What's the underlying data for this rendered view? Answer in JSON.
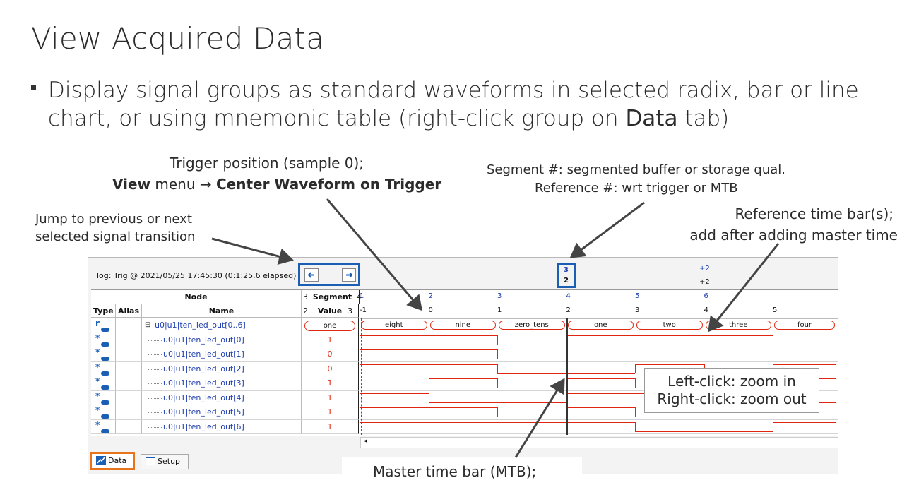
{
  "slide": {
    "title": "View Acquired Data",
    "bullet": "Display signal groups as standard waveforms in selected radix, bar or line chart, or using mnemonic table (right-click group on Data tab)",
    "bullet_bold_word": "Data"
  },
  "callouts": {
    "trigger_line1": "Trigger position (sample 0);",
    "trigger_line2_bold1": "View",
    "trigger_line2_mid": " menu → ",
    "trigger_line2_bold2": "Center Waveform on Trigger",
    "segment_line1": "Segment #: segmented buffer or storage qual.",
    "segment_line2": "Reference #: wrt trigger or MTB",
    "jump_line1": "Jump to previous or next",
    "jump_line2": "selected signal transition",
    "ref_line1": "Reference time bar(s);",
    "ref_line2": "add after adding master time",
    "zoom_line1": "Left-click: zoom in",
    "zoom_line2": "Right-click: zoom out",
    "mtb": "Master time bar (MTB);"
  },
  "tool": {
    "log_label": "log: Trig @ 2021/05/25 17:45:30 (0:1:25.6 elapsed)",
    "prev_icon": "arrow-left-icon",
    "next_icon": "arrow-right-icon",
    "segment_num_top": "3",
    "segment_num_bottom": "2",
    "ref_plus_top": "+2",
    "ref_plus_bottom": "+2",
    "headers": {
      "node": "Node",
      "type": "Type",
      "alias": "Alias",
      "name": "Name",
      "segment_left": "3",
      "segment_label": "Segment",
      "segment_right": "4",
      "value_left": "2",
      "value_label": "Value",
      "value_right": "3"
    },
    "top_ticks": [
      "1",
      "2",
      "3",
      "4",
      "5",
      "6"
    ],
    "bottom_ticks": [
      "-1",
      "0",
      "1",
      "2",
      "3",
      "4",
      "5"
    ],
    "group": {
      "name": "u0|u1|ten_led_out[0..6]",
      "value": "one",
      "states": [
        "eight",
        "nine",
        "zero_tens",
        "one",
        "two",
        "three",
        "four"
      ]
    },
    "signals": [
      {
        "name": "u0|u1|ten_led_out[0]",
        "value": "1"
      },
      {
        "name": "u0|u1|ten_led_out[1]",
        "value": "0"
      },
      {
        "name": "u0|u1|ten_led_out[2]",
        "value": "0"
      },
      {
        "name": "u0|u1|ten_led_out[3]",
        "value": "1"
      },
      {
        "name": "u0|u1|ten_led_out[4]",
        "value": "1"
      },
      {
        "name": "u0|u1|ten_led_out[5]",
        "value": "1"
      },
      {
        "name": "u0|u1|ten_led_out[6]",
        "value": "1"
      }
    ],
    "tabs": [
      {
        "label": "Data",
        "icon": "chart-icon"
      },
      {
        "label": "Setup",
        "icon": "setup-icon"
      }
    ],
    "colors": {
      "wave": "#e0260e",
      "signal_name": "#1f3fb0",
      "highlight_blue": "#1a5fb4",
      "highlight_orange": "#e8731b"
    }
  }
}
